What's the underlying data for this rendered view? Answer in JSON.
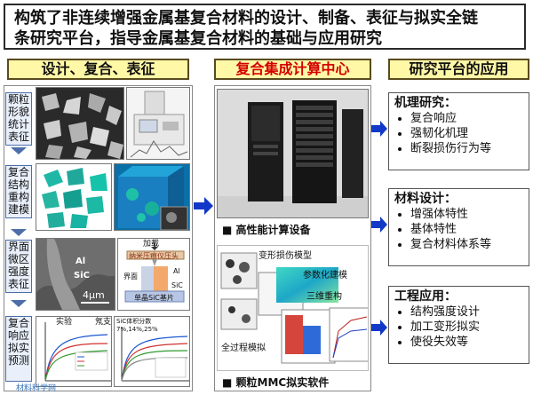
{
  "title": {
    "line1": "构筑了非连续增强金属基复合材料的设计、制备、表征与拟实全链",
    "line2": "条研究平台，指导金属基复合材料的基础与应用研究"
  },
  "headers": {
    "left": "设计、复合、表征",
    "middle": "复合集成计算中心",
    "right": "研究平台的应用"
  },
  "left_rows": [
    {
      "label": "颗粒形貌统计表征"
    },
    {
      "label": "复合结构重构建模"
    },
    {
      "label": "界面微区强度表征"
    },
    {
      "label": "复合响应拟实预测"
    }
  ],
  "left_annotations": {
    "al": "Al",
    "sic": "SiC",
    "scale": "4μm",
    "load": "加载",
    "interface": "界面",
    "nano_indenter": "纳米压痕仪压头",
    "al2": "Al",
    "sic2": "SiC",
    "single_sic": "单晶SiC基片",
    "shidu": "实验",
    "naijia": "氖支",
    "sic_vol": "SiC体积分数7%,14%,25%"
  },
  "middle": {
    "hpc_label": "高性能计算设备",
    "software_label": "颗粒MMC拟实软件",
    "deform_model": "变形损伤模型",
    "param_model": "参数化建模",
    "recon3d": "三维重构",
    "full_sim": "全过程模拟"
  },
  "right_boxes": [
    {
      "title": "机理研究：",
      "items": [
        "复合响应",
        "强韧化机理",
        "断裂损伤行为等"
      ]
    },
    {
      "title": "材料设计：",
      "items": [
        "增强体特性",
        "基体特性",
        "复合材料体系等"
      ]
    },
    {
      "title": "工程应用：",
      "items": [
        "结构强度设计",
        "加工变形拟实",
        "使役失效等"
      ]
    }
  ],
  "watermark": "材料科学网",
  "colors": {
    "header_fill": "#fff8a6",
    "middle_header_text": "#d40000",
    "arrow_blue": "#1238c8",
    "row_label_fill": "#e9f0fb"
  }
}
